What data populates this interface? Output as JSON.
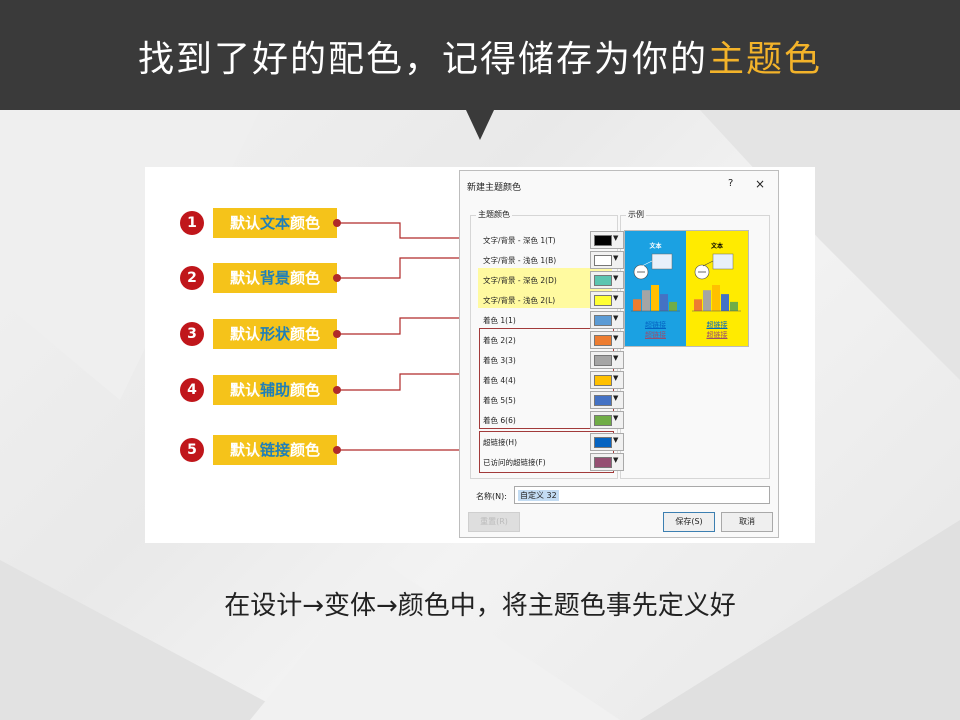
{
  "banner": {
    "title_prefix": "找到了好的配色，记得储存为你的",
    "title_highlight": "主题色"
  },
  "steps": [
    {
      "num": "1",
      "pre": "默认",
      "kw": "文本",
      "post": "颜色"
    },
    {
      "num": "2",
      "pre": "默认",
      "kw": "背景",
      "post": "颜色"
    },
    {
      "num": "3",
      "pre": "默认",
      "kw": "形状",
      "post": "颜色"
    },
    {
      "num": "4",
      "pre": "默认",
      "kw": "辅助",
      "post": "颜色"
    },
    {
      "num": "5",
      "pre": "默认",
      "kw": "链接",
      "post": "颜色"
    }
  ],
  "dialog": {
    "title": "新建主题颜色",
    "help": "?",
    "close": "×",
    "group_label": "主题颜色",
    "preview_label": "示例",
    "rows": [
      {
        "label": "文字/背景 - 深色 1(T)",
        "color": "#000000"
      },
      {
        "label": "文字/背景 - 浅色 1(B)",
        "color": "#ffffff"
      },
      {
        "label": "文字/背景 - 深色 2(D)",
        "color": "#5cc5b0"
      },
      {
        "label": "文字/背景 - 浅色 2(L)",
        "color": "#ffff33"
      },
      {
        "label": "着色 1(1)",
        "color": "#5b9bd5"
      },
      {
        "label": "着色 2(2)",
        "color": "#ed7d31"
      },
      {
        "label": "着色 3(3)",
        "color": "#a5a5a5"
      },
      {
        "label": "着色 4(4)",
        "color": "#ffc000"
      },
      {
        "label": "着色 5(5)",
        "color": "#4472c4"
      },
      {
        "label": "着色 6(6)",
        "color": "#70ad47"
      },
      {
        "label": "超链接(H)",
        "color": "#0563c1"
      },
      {
        "label": "已访问的超链接(F)",
        "color": "#954f72"
      }
    ],
    "preview": {
      "text_left": "文本",
      "text_right": "文本",
      "link": "超链接",
      "visited_link": "超链接",
      "bar_colors": [
        "#ed7d31",
        "#a5a5a5",
        "#ffc000",
        "#4472c4",
        "#70ad47"
      ],
      "left_bar_levels": [
        0.45,
        0.8,
        1.0,
        0.65,
        0.35
      ],
      "right_bar_levels": [
        0.45,
        0.8,
        1.0,
        0.65,
        0.35
      ]
    },
    "name_label": "名称(N):",
    "name_value": "自定义 32",
    "reset_label": "重置(R)",
    "save_label": "保存(S)",
    "cancel_label": "取消"
  },
  "caption": "在设计→变体→颜色中，将主题色事先定义好",
  "colors": {
    "banner": "#3a3a3a",
    "highlight": "#f3b32a",
    "tag": "#f5c31a",
    "keyword": "#1f7fb8",
    "step_circle": "#c0161b",
    "connector": "#b02a2a"
  }
}
